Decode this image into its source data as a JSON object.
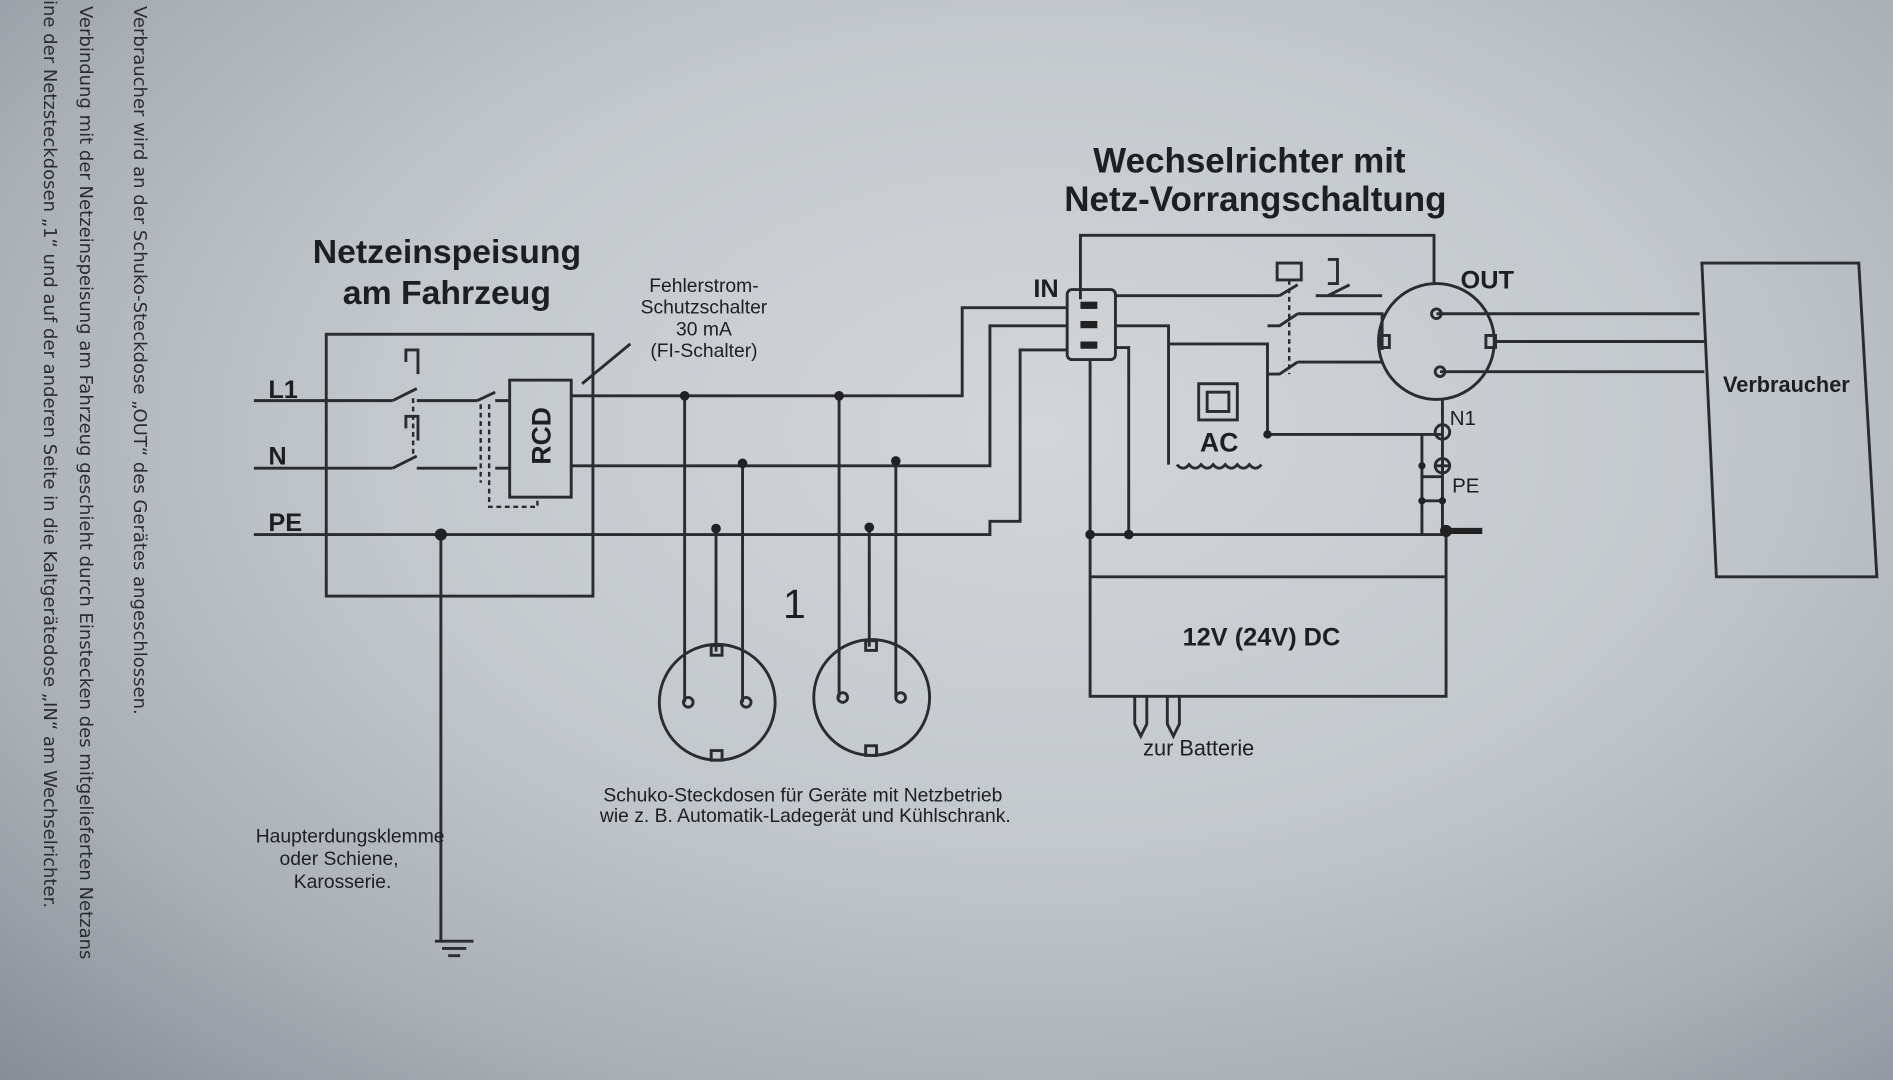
{
  "side_text": [
    "Verbraucher wird an der Schuko-Steckdose „OUT“ des Gerätes angeschlossen.",
    "Verbindung mit der Netzeinspeisung am Fahrzeug geschieht durch Einstecken des mitgelieferten Netzans",
    "ine der Netzsteckdosen „1“ und auf der anderen Seite in die Kaltgerätedose „IN“ am Wechselrichter."
  ],
  "left_block": {
    "title_line1": "Netzeinspeisung",
    "title_line2": "am Fahrzeug",
    "l1": "L1",
    "n": "N",
    "pe": "PE",
    "rcd": "RCD",
    "rcd_label": [
      "Fehlerstrom-",
      "Schutzschalter",
      "30 mA",
      "(FI-Schalter)"
    ],
    "ground_label": [
      "Haupterdungsklemme",
      "oder Schiene,",
      "Karosserie."
    ]
  },
  "sockets": {
    "number": "1",
    "caption": [
      "Schuko-Steckdosen für Geräte mit Netzbetrieb",
      "wie z. B. Automatik-Ladegerät und Kühlschrank."
    ]
  },
  "inverter": {
    "title_line1": "Wechselrichter mit",
    "title_line2": "Netz-Vorrangschaltung",
    "in": "IN",
    "out": "OUT",
    "ac": "AC",
    "n1": "N1",
    "pe": "PE",
    "dc": "12V (24V) DC",
    "battery": "zur Batterie"
  },
  "consumer": "Verbraucher"
}
